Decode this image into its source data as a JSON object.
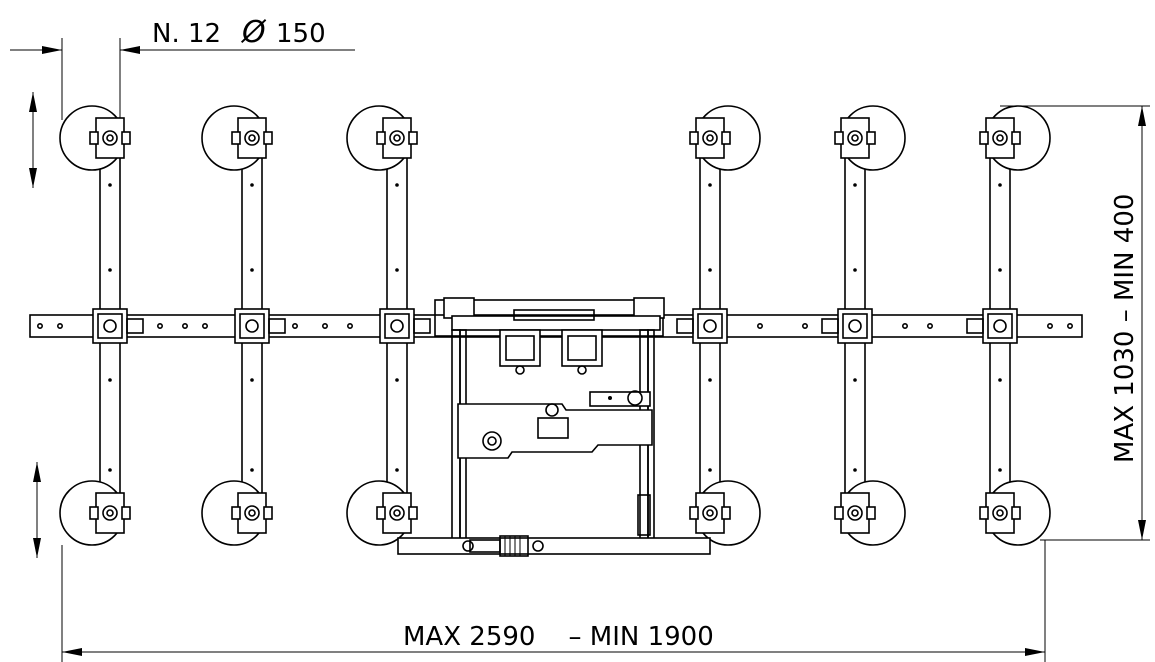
{
  "dimensions": {
    "cups_count_label": "N. 12",
    "diameter_symbol": "Ø",
    "diameter_value": "150",
    "width_range": "MAX 2590    – MIN 1900",
    "height_range": "MAX  1030  –  MIN 400"
  },
  "colors": {
    "line": "#000000",
    "background": "#ffffff"
  }
}
